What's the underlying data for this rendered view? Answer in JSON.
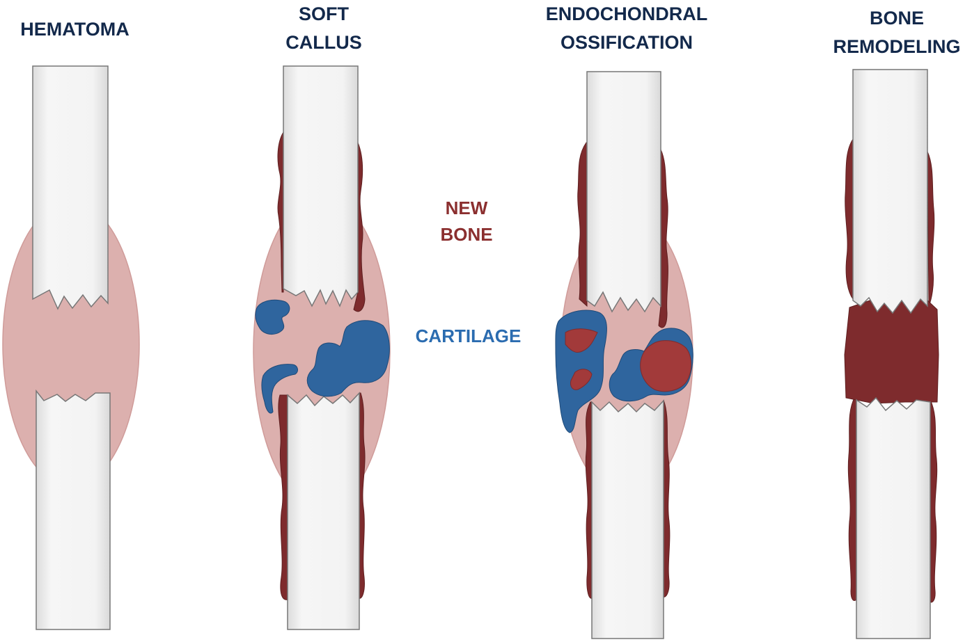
{
  "stages": [
    {
      "line1": "HEMATOMA",
      "line2": ""
    },
    {
      "line1": "SOFT",
      "line2": "CALLUS"
    },
    {
      "line1": "ENDOCHONDRAL",
      "line2": "OSSIFICATION"
    },
    {
      "line1": "BONE",
      "line2": "REMODELING"
    }
  ],
  "legend": {
    "new_bone": {
      "line1": "NEW",
      "line2": "BONE"
    },
    "cartilage": "CARTILAGE"
  },
  "colors": {
    "title": "#13294b",
    "hematoma": "#dcb0ae",
    "new_bone": "#7e2b2d",
    "cartilage": "#2f659e",
    "cartilage_label": "#2b6cb0",
    "bone_shaft": "#f1f1f1",
    "bone_outline": "#777777"
  }
}
